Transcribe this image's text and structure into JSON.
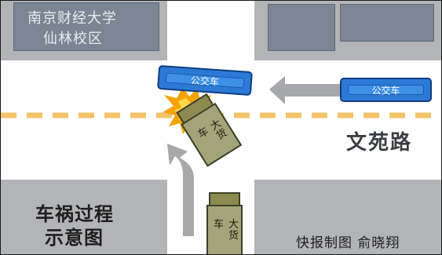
{
  "campus": {
    "line1": "南京财经大学",
    "line2": "仙林校区"
  },
  "road_name": "文苑路",
  "title": {
    "line1": "车祸过程",
    "line2": "示意图"
  },
  "credit": "快报制图 俞晓翔",
  "vehicles": {
    "bus_label": "公交车",
    "truck_label": "大货车"
  },
  "colors": {
    "building": "#7b8593",
    "pavement": "#b2b4b8",
    "road": "#ffffff",
    "lane_marking": "#f3c36a",
    "bus": "#2c7ad6",
    "truck": "#a4a47a",
    "arrow": "#a7a8ac",
    "collision": "#f5a300"
  }
}
